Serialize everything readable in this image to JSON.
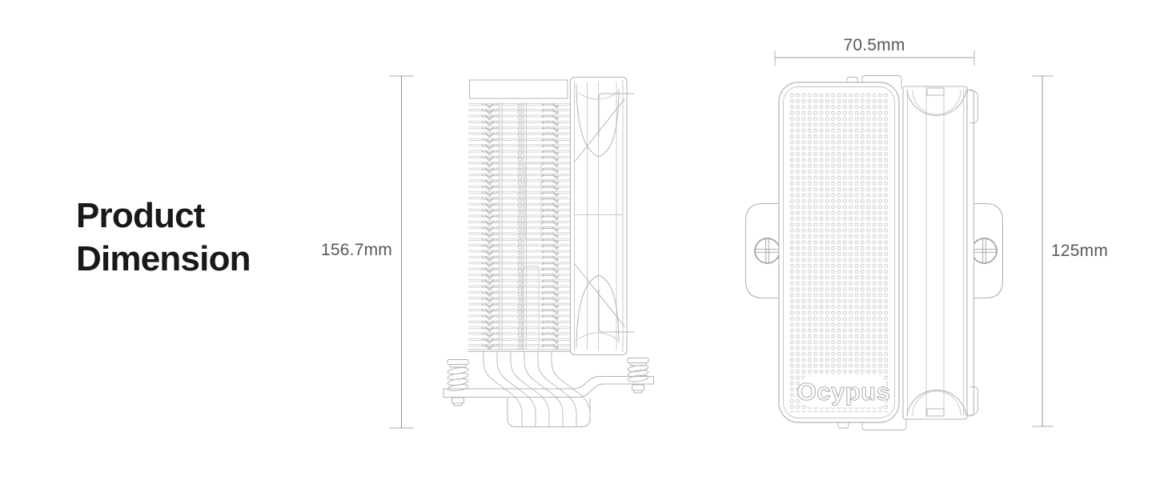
{
  "figure": {
    "title_line1": "Product",
    "title_line2": "Dimension"
  },
  "side_view": {
    "height_label": "156.7mm"
  },
  "top_view": {
    "width_label": "70.5mm",
    "depth_label": "125mm",
    "logo": "Ocypus"
  },
  "colors": {
    "background": "#ffffff",
    "title_text": "#19191b",
    "dimension_text": "#55585c",
    "dimension_line": "#9b9b9b",
    "dimension_tick": "#c9c9c9",
    "drawing_line": "#b4b4b4",
    "drawing_line_light": "#c8c8c8"
  }
}
